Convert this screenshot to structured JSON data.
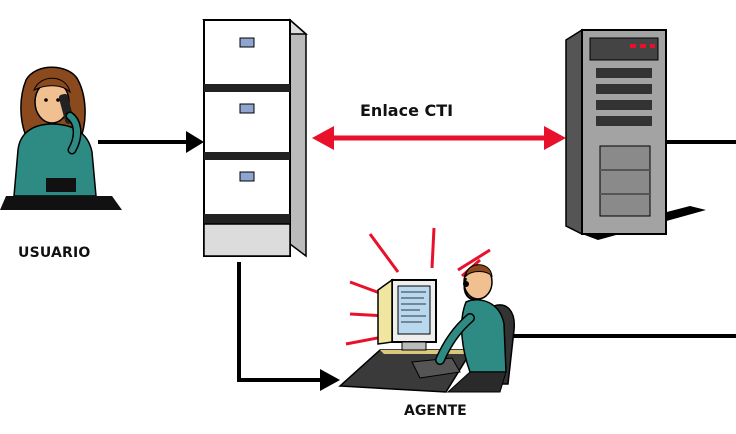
{
  "labels": {
    "user": "USUARIO",
    "cti_link": "Enlace CTI",
    "agent": "AGENTE"
  },
  "colors": {
    "line": "#000000",
    "cti_arrow": "#e8102a",
    "person_clothes": "#2e8b84",
    "hair": "#8b4a1e",
    "skin": "#f0c090",
    "cabinet": "#ffffff",
    "drawer_handle": "#8fa4cf",
    "server": "#999999",
    "monitor_screen": "#b8d8f0",
    "alert_rays": "#e8102a"
  },
  "icons": {
    "user": "person-on-phone-icon",
    "switch": "pbx-cabinet-icon",
    "server": "cti-server-tower-icon",
    "agent": "agent-at-computer-icon"
  }
}
